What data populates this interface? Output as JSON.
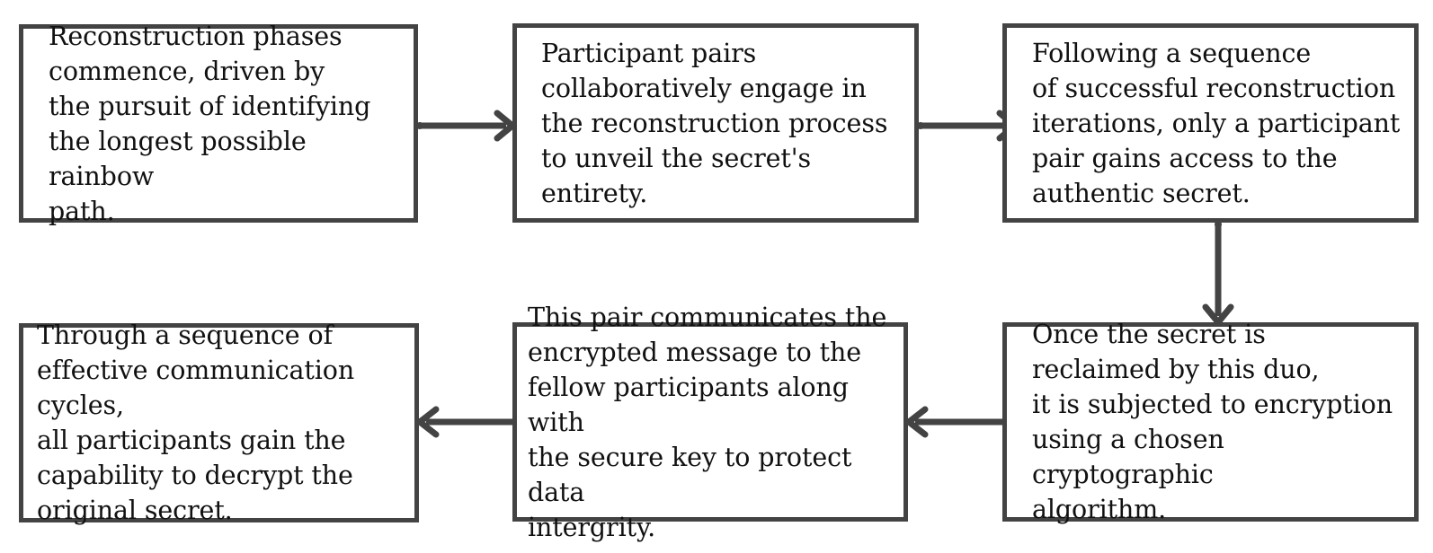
{
  "diagram": {
    "type": "flowchart",
    "orientation": "two-row-serpentine",
    "line_color": "#434343",
    "text_color": "#111111",
    "background": "#ffffff",
    "nodes": [
      {
        "id": "node-1",
        "order": 1,
        "text": "Reconstruction phases\ncommence, driven by\nthe pursuit of identifying\nthe longest possible rainbow\npath."
      },
      {
        "id": "node-2",
        "order": 2,
        "text": "Participant pairs\ncollaboratively engage in\nthe reconstruction process\nto unveil the secret's entirety."
      },
      {
        "id": "node-3",
        "order": 3,
        "text": "Following a sequence\nof successful reconstruction\niterations, only a participant\npair gains access to the\nauthentic secret."
      },
      {
        "id": "node-4",
        "order": 4,
        "text": "Once the secret is\nreclaimed by this duo,\nit is subjected to encryption\nusing a chosen cryptographic\nalgorithm."
      },
      {
        "id": "node-5",
        "order": 5,
        "text": "This pair communicates the\nencrypted message to the\nfellow participants along with\nthe secure key to protect data\nintergrity."
      },
      {
        "id": "node-6",
        "order": 6,
        "text": "Through a sequence of\neffective communication cycles,\nall participants gain the\ncapability to decrypt the\noriginal secret."
      }
    ],
    "edges": [
      {
        "id": "edge-1-2",
        "from": "node-1",
        "to": "node-2",
        "direction": "right"
      },
      {
        "id": "edge-2-3",
        "from": "node-2",
        "to": "node-3",
        "direction": "right"
      },
      {
        "id": "edge-3-4",
        "from": "node-3",
        "to": "node-4",
        "direction": "down"
      },
      {
        "id": "edge-4-5",
        "from": "node-4",
        "to": "node-5",
        "direction": "left"
      },
      {
        "id": "edge-5-6",
        "from": "node-5",
        "to": "node-6",
        "direction": "left"
      }
    ]
  }
}
